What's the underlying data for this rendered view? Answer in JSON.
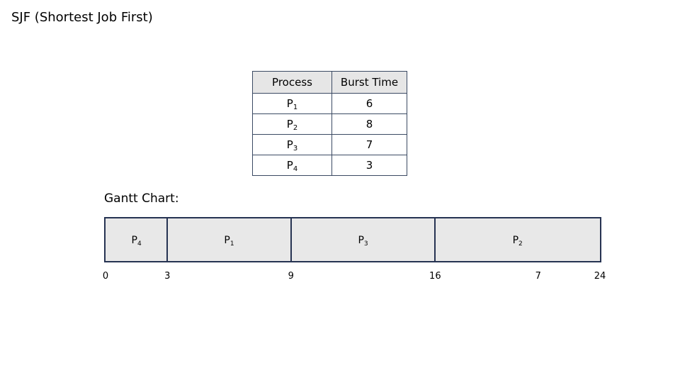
{
  "title": "SJF (Shortest Job First)",
  "table": {
    "headers": [
      "Process",
      "Burst Time"
    ],
    "rows": [
      {
        "process": "P",
        "sub": "1",
        "burst": "6"
      },
      {
        "process": "P",
        "sub": "2",
        "burst": "8"
      },
      {
        "process": "P",
        "sub": "3",
        "burst": "7"
      },
      {
        "process": "P",
        "sub": "4",
        "burst": "3"
      }
    ]
  },
  "gantt": {
    "label": "Gantt Chart:",
    "segments": [
      {
        "process": "P",
        "sub": "4",
        "start": 0,
        "end": 3
      },
      {
        "process": "P",
        "sub": "1",
        "start": 3,
        "end": 9
      },
      {
        "process": "P",
        "sub": "3",
        "start": 9,
        "end": 16
      },
      {
        "process": "P",
        "sub": "2",
        "start": 16,
        "end": 24
      }
    ],
    "ticks": [
      {
        "label": "0",
        "value": 0
      },
      {
        "label": "3",
        "value": 3
      },
      {
        "label": "9",
        "value": 9
      },
      {
        "label": "16",
        "value": 16
      },
      {
        "label": "7",
        "value": 21
      },
      {
        "label": "24",
        "value": 24
      }
    ],
    "range": [
      0,
      24
    ],
    "colors": {
      "fill": "#e8e8e8",
      "border": "#263352"
    }
  }
}
